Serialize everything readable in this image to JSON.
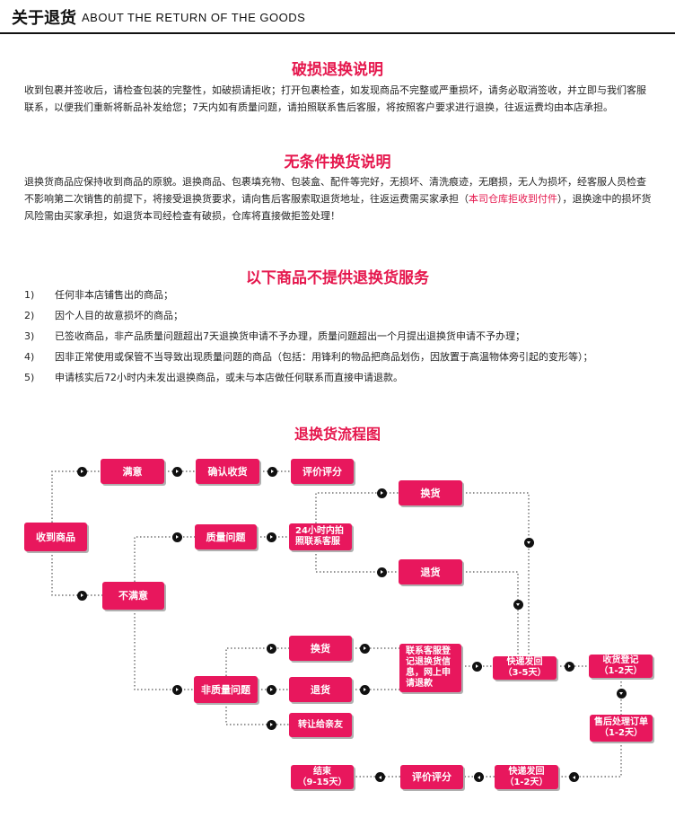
{
  "header": {
    "title_cn": "关于退货",
    "title_en": "ABOUT THE RETURN OF THE GOODS"
  },
  "damage": {
    "title": "破损退换说明",
    "body": "收到包裹并签收后，请检查包装的完整性，如破损请拒收；打开包裹检查，如发现商品不完整或严重损坏，请务必取消签收，并立即与我们客服联系，以便我们重新将新品补发给您；7天内如有质量问题，请拍照联系售后客服，将按照客户要求进行退换，往返运费均由本店承担。"
  },
  "unconditional": {
    "title": "无条件换货说明",
    "body_a": "退换货商品应保持收到商品的原貌。退换商品、包裹填充物、包装盒、配件等完好，无损坏、清洗痕迹，无磨损，无人为损坏，经客服人员检查不影响第二次销售的前提下，将接受退换货要求，请向售后客服索取退货地址，往返运费需买家承担（",
    "body_red": "本司仓库拒收到付件",
    "body_b": "），退换途中的损坏货风险需由买家承担，如退货本司经检查有破损，仓库将直接做拒签处理！"
  },
  "no_service": {
    "title": "以下商品不提供退换货服务",
    "items": [
      {
        "num": "1)",
        "text": "任何非本店铺售出的商品；"
      },
      {
        "num": "2)",
        "text": "因个人目的故意损坏的商品；"
      },
      {
        "num": "3)",
        "text": "已签收商品，非产品质量问题超出7天退换货申请不予办理，质量问题超出一个月提出退换货申请不予办理；"
      },
      {
        "num": "4)",
        "text": "因非正常使用或保管不当导致出现质量问题的商品（包括：用锋利的物品把商品划伤，因放置于高温物体旁引起的变形等）；"
      },
      {
        "num": "5)",
        "text": "申请核实后72小时内未发出退换商品，或未与本店做任何联系而直接申请退款。"
      }
    ]
  },
  "flow": {
    "title": "退换货流程图",
    "received": "收到商品",
    "satisfied": "满意",
    "confirm": "确认收货",
    "rate1": "评价评分",
    "quality": "质量问题",
    "contact24_l1": "24小时内拍",
    "contact24_l2": "照联系客服",
    "exchange1": "换货",
    "return1": "退货",
    "unsatisfied": "不满意",
    "nonquality": "非质量问题",
    "exchange2": "换货",
    "return2": "退货",
    "transfer": "转让给亲友",
    "register_l1": "联系客服登",
    "register_l2": "记退换货信",
    "register_l3": "息，网上申",
    "register_l4": "请退款",
    "ship_l1": "快递发回",
    "ship_l2": "（3-5天）",
    "recv_l1": "收货登记",
    "recv_l2": "（1-2天）",
    "after_l1": "售后处理订单",
    "after_l2": "（1-2天）",
    "back_l1": "快递发回",
    "back_l2": "（1-2天）",
    "rate2": "评价评分",
    "end_l1": "结束",
    "end_l2": "（9-15天）"
  },
  "colors": {
    "accent": "#e5174d",
    "box": "#e8175d"
  }
}
